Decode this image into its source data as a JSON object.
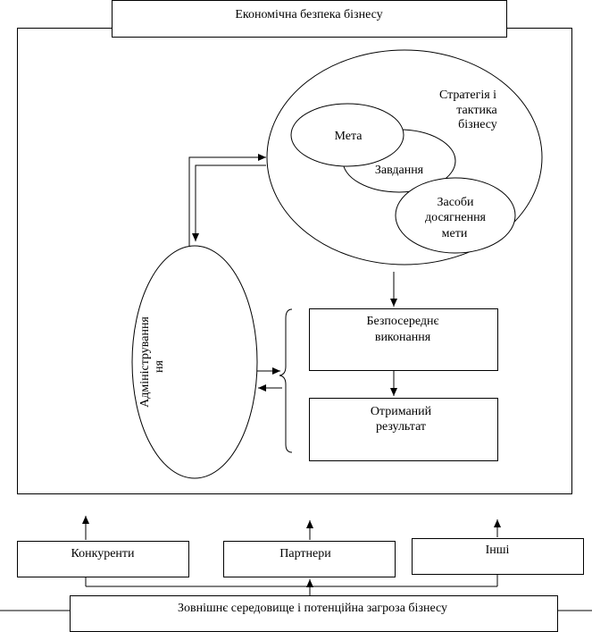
{
  "title": "Економічна безпека бізнесу",
  "strategy": {
    "line1": "Стратегія і",
    "line2": "тактика",
    "line3": "бізнесу"
  },
  "goal": "Мета",
  "tasks": "Завдання",
  "means": {
    "line1": "Засоби",
    "line2": "досягнення",
    "line3": "мети"
  },
  "administration": {
    "line1": "Адміністрування",
    "line2": "ня"
  },
  "execution": {
    "line1": "Безпосереднє",
    "line2": "виконання"
  },
  "result": {
    "line1": "Отриманий",
    "line2": "результат"
  },
  "competitors": "Конкуренти",
  "partners": "Партнери",
  "others": "Інші",
  "environment": "Зовнішнє середовище і потенційна загроза бізнесу"
}
